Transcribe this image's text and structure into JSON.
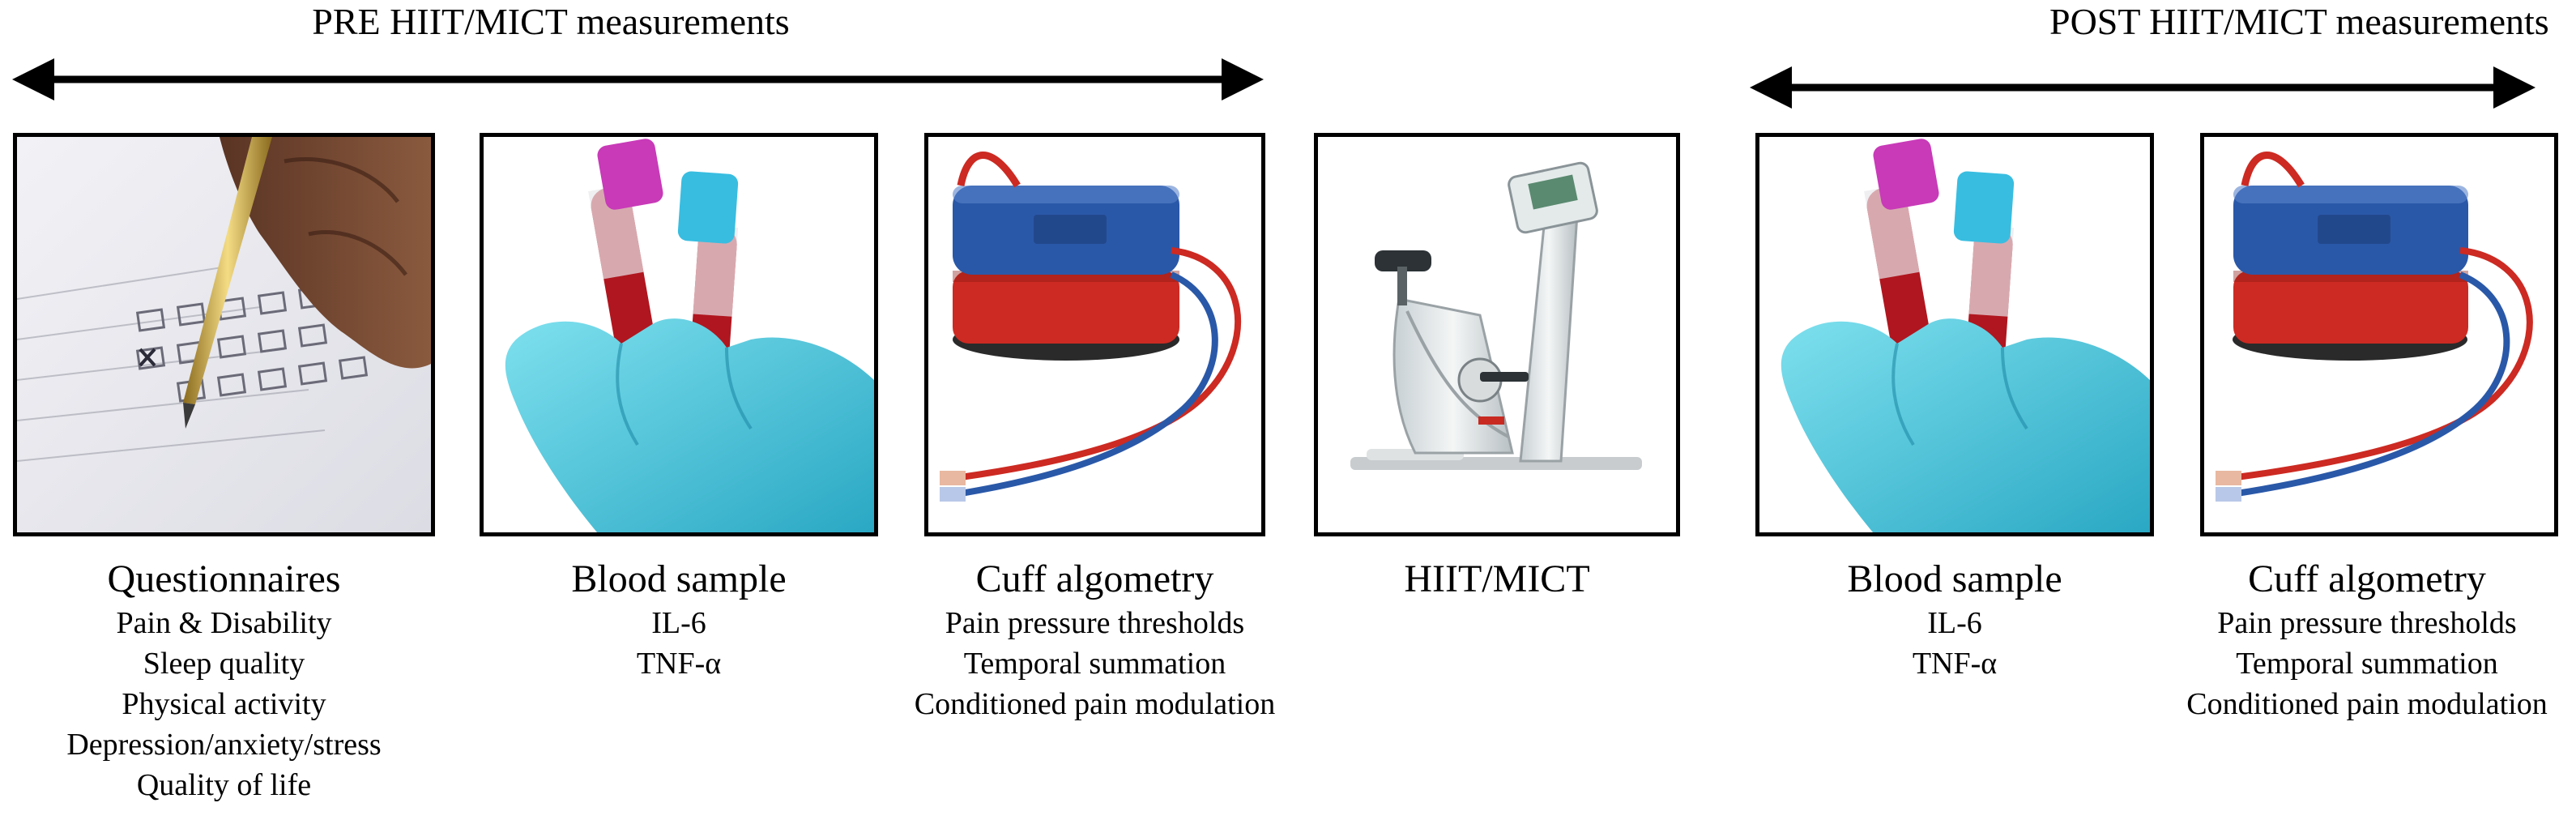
{
  "phases": {
    "pre": {
      "title": "PRE HIIT/MICT measurements"
    },
    "post": {
      "title": "POST HIIT/MICT measurements"
    }
  },
  "steps": [
    {
      "title": "Questionnaires",
      "items": [
        "Pain & Disability",
        "Sleep quality",
        "Physical activity",
        "Depression/anxiety/stress",
        "Quality of life"
      ],
      "image": "questionnaire-photo"
    },
    {
      "title": "Blood sample",
      "items": [
        "IL-6",
        "TNF-α"
      ],
      "image": "blood-tubes-photo"
    },
    {
      "title": "Cuff algometry",
      "items": [
        "Pain pressure thresholds",
        "Temporal summation",
        "Conditioned  pain modulation"
      ],
      "image": "pressure-cuff-photo"
    },
    {
      "title": "HIIT/MICT",
      "items": [],
      "image": "exercise-bike-photo"
    },
    {
      "title": "Blood sample",
      "items": [
        "IL-6",
        "TNF-α"
      ],
      "image": "blood-tubes-photo"
    },
    {
      "title": "Cuff algometry",
      "items": [
        "Pain pressure thresholds",
        "Temporal summation",
        "Conditioned  pain modulation"
      ],
      "image": "pressure-cuff-photo"
    }
  ],
  "colors": {
    "line": "#000000",
    "glove": "#4fc8dc",
    "tube_cap_magenta": "#c83ab8",
    "tube_cap_cyan": "#38bde0",
    "blood": "#b0161f",
    "cuff_blue": "#2a58a8",
    "cuff_red": "#cc2a22"
  }
}
